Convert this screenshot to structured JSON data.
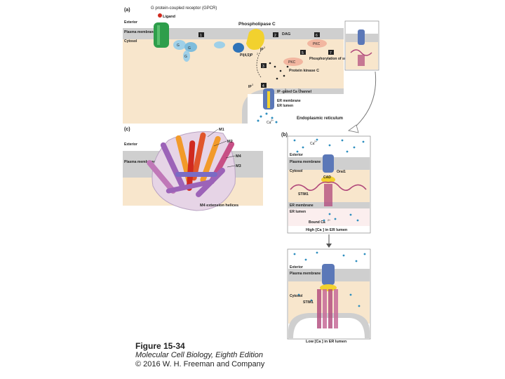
{
  "panel_a": {
    "label": "(a)",
    "gpcr_title": "G protein-coupled receptor (GPCR)",
    "ligand": "Ligand",
    "exterior": "Exterior",
    "plasma_membrane": "Plasma membrane",
    "cytosol": "Cytosol",
    "phospholipase": "Phospholipase C",
    "dag": "DAG",
    "pip2": "PI(4,5)P",
    "ip3": "IP",
    "pkc_small": "PKC",
    "pkc_label": "Protein kinase C",
    "phosphorylation": "Phosphorylation of substrates",
    "ip3_r": "IP",
    "ip3_gated": "IP -gated Ca channel",
    "er_membrane": "ER membrane",
    "er_lumen": "ER lumen",
    "endoplasmic": "Endoplasmic reticulum",
    "ca": "Ca",
    "steps": [
      "1",
      "2",
      "3",
      "4",
      "5",
      "6",
      "7"
    ],
    "g_alpha": "G",
    "g_beta": "G",
    "g_gamma": "G"
  },
  "panel_b": {
    "label": "(b)",
    "ca": "Ca",
    "exterior": "Exterior",
    "plasma_membrane": "Plasma membrane",
    "cytosol": "Cytosol",
    "orai": "Orai1",
    "cad": "CAD",
    "stim": "STIM1",
    "er_membrane": "ER membrane",
    "er_lumen": "ER lumen",
    "bound_ca": "Bound Ca",
    "caption_high": "High [Ca ] in ER lumen",
    "exterior2": "Exterior",
    "plasma_membrane2": "Plasma membrane",
    "cytosol2": "Cytosol",
    "stim2": "STIM1",
    "caption_low": "Low [Ca ] in ER lumen"
  },
  "panel_c": {
    "label": "(c)",
    "m1": "M1",
    "m2": "M2",
    "m3": "M3",
    "m4": "M4",
    "exterior": "Exterior",
    "plasma_membrane": "Plasma membrane",
    "m4_ext": "M4 extension helices"
  },
  "caption": {
    "title": "Figure 15-34",
    "subtitle": "Molecular Cell Biology, Eighth Edition",
    "copyright": "© 2016 W. H. Freeman and Company"
  },
  "colors": {
    "membrane": "#cfcfcf",
    "cytosol": "#f8e6cc",
    "receptor": "#2e9e4b",
    "gprotein": "#9fd0e8",
    "plc": "#f2d12e",
    "pkc": "#f2b6a0",
    "channel": "#5b78b8",
    "stim": "#b0477a",
    "red": "#d02a1f"
  }
}
